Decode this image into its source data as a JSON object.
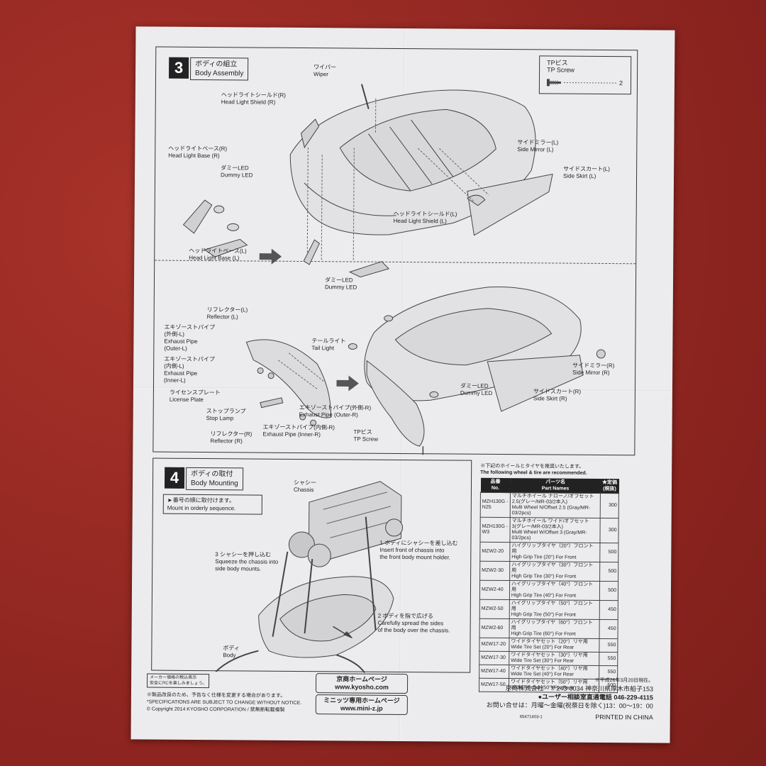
{
  "step3": {
    "number": "3",
    "title_jp": "ボディの組立",
    "title_en": "Body Assembly",
    "tp_screw": {
      "jp": "TPビス",
      "en": "TP Screw",
      "qty": "2"
    },
    "labels": {
      "wiper": [
        "ワイパー",
        "Wiper"
      ],
      "headlight_shield_r": [
        "ヘッドライトシールド(R)",
        "Head Light Shield (R)"
      ],
      "headlight_base_r": [
        "ヘッドライトベース(R)",
        "Head Light Base (R)"
      ],
      "dummy_led_1": [
        "ダミーLED",
        "Dummy LED"
      ],
      "headlight_base_l": [
        "ヘッドライトベース(L)",
        "Head Light Base (L)"
      ],
      "side_mirror_l": [
        "サイドミラー(L)",
        "Side Mirror (L)"
      ],
      "side_skirt_l": [
        "サイドスカート(L)",
        "Side Skirt (L)"
      ],
      "headlight_shield_l": [
        "ヘッドライトシールド(L)",
        "Head Light Shield (L)"
      ],
      "dummy_led_2": [
        "ダミーLED",
        "Dummy LED"
      ],
      "reflector_l": [
        "リフレクター(L)",
        "Reflector (L)"
      ],
      "exhaust_outer_l": [
        "エキゾーストパイプ",
        "(外側-L)",
        "Exhaust Pipe",
        "(Outer-L)"
      ],
      "exhaust_inner_l": [
        "エキゾーストパイプ",
        "(内側-L)",
        "Exhaust Pipe",
        "(Inner-L)"
      ],
      "license_plate": [
        "ライセンスプレート",
        "License Plate"
      ],
      "stop_lamp": [
        "ストップランプ",
        "Stop Lamp"
      ],
      "reflector_r": [
        "リフレクター(R)",
        "Reflector (R)"
      ],
      "exhaust_inner_r": [
        "エキゾーストパイプ(内側-R)",
        "Exhaust Pipe (Inner-R)"
      ],
      "exhaust_outer_r": [
        "エキゾーストパイプ(外側-R)",
        "Exhaust Pipe (Outer-R)"
      ],
      "tail_light": [
        "テールライト",
        "Tail Light"
      ],
      "tp_screw_2": [
        "TPビス",
        "TP Screw"
      ],
      "dummy_led_3": [
        "ダミーLED",
        "Dummy LED"
      ],
      "side_skirt_r": [
        "サイドスカート(R)",
        "Side Skirt (R)"
      ],
      "side_mirror_r": [
        "サイドミラー(R)",
        "Side Mirror (R)"
      ]
    }
  },
  "step4": {
    "number": "4",
    "title_jp": "ボディの取付",
    "title_en": "Body Mounting",
    "order_note": [
      "►番号の順に取付けます。",
      "Mount in orderly sequence."
    ],
    "chassis": [
      "シャシー",
      "Chassis"
    ],
    "body": [
      "ボディ",
      "Body"
    ],
    "step1": [
      "1 ボディにシャシーを差し込む",
      "Insert front of chassis into",
      "the front body mount holder."
    ],
    "step2": [
      "2 ボディを指で広げる",
      "Carefully spread the sides",
      "of the body over the chassis."
    ],
    "step3": [
      "3 シャシーを押し込む",
      "Squeeze the chassis into",
      "side body mounts."
    ]
  },
  "parts": {
    "rec_jp": "※下記のホイールとタイヤを推奨いたします。",
    "rec_en": "The following wheel & tire are recommended.",
    "headers": {
      "no_jp": "品番",
      "no_en": "No.",
      "name_jp": "パーツ名",
      "name_en": "Part Names",
      "price_jp": "★定価",
      "price_en": "(税抜)"
    },
    "rows": [
      {
        "no": "MZH130G -N25",
        "jp": "マルチホイール ナローノ/オフセット2.5(グレー/MR-03/2本入)",
        "en": "Multi Wheel N/Offset 2.5 (Gray/MR-03/2pcs)",
        "price": "300"
      },
      {
        "no": "MZH130G -W3",
        "jp": "マルチホイール ワイド/オフセット3(グレー/MR-03/2本入)",
        "en": "Multi Wheel W/Offset 3 (Gray/MR-03/2pcs)",
        "price": "300"
      },
      {
        "no": "MZW2-20",
        "jp": "ハイグリップタイヤ（20°）フロント用",
        "en": "High Grip Tire (20°) For Front",
        "price": "500"
      },
      {
        "no": "MZW2-30",
        "jp": "ハイグリップタイヤ（30°）フロント用",
        "en": "High Grip Tire (30°) For Front",
        "price": "500"
      },
      {
        "no": "MZW2-40",
        "jp": "ハイグリップタイヤ（40°）フロント用",
        "en": "High Grip Tire (40°) For Front",
        "price": "500"
      },
      {
        "no": "MZW2-50",
        "jp": "ハイグリップタイヤ（50°）フロント用",
        "en": "High Grip Tire (50°) For Front",
        "price": "450"
      },
      {
        "no": "MZW2-60",
        "jp": "ハイグリップタイヤ（60°）フロント用",
        "en": "High Grip Tire (60°) For Front",
        "price": "450"
      },
      {
        "no": "MZW17-20",
        "jp": "ワイドタイヤセット（20°）リヤ用",
        "en": "Wide Tire Set (20°) For Rear",
        "price": "550"
      },
      {
        "no": "MZW17-30",
        "jp": "ワイドタイヤセット（30°）リヤ用",
        "en": "Wide Tire Set (30°) For Rear",
        "price": "550"
      },
      {
        "no": "MZW17-40",
        "jp": "ワイドタイヤセット（40°）リヤ用",
        "en": "Wide Tire Set (40°) For Rear",
        "price": "550"
      },
      {
        "no": "MZW17-50",
        "jp": "ワイドタイヤセット（50°）リヤ用",
        "en": "Wide Tire Set (50°) For Rear",
        "price": "500"
      }
    ]
  },
  "footer": {
    "price_note": [
      "メーカー価格の税込表示",
      "安全にRCを楽しみましょう。"
    ],
    "spec_jp": "※製品改良のため、予告なく仕様を変更する場合があります。",
    "spec_en": "*SPECIFICATIONS ARE SUBJECT TO CHANGE WITHOUT NOTICE.",
    "copyright": "© Copyright 2014 KYOSHO CORPORATION / 禁無断転載複製",
    "homepage_jp": "京商ホームページ",
    "homepage_url": "www.kyosho.com",
    "miniz_jp": "ミニッツ専用ホームページ",
    "miniz_url": "www.mini-z.jp",
    "date_note": "※平成26年3月20日現在。",
    "company": "京商株式会社　〒243-0034 神奈川県厚木市船子153",
    "hotline": "●ユーザー相談室直通電話 046-229-4115",
    "hours": "お問い合せは：月曜～金曜(祝祭日を除く)13：00～19：00",
    "code": "65471403-1",
    "printed": "PRINTED IN CHINA"
  }
}
